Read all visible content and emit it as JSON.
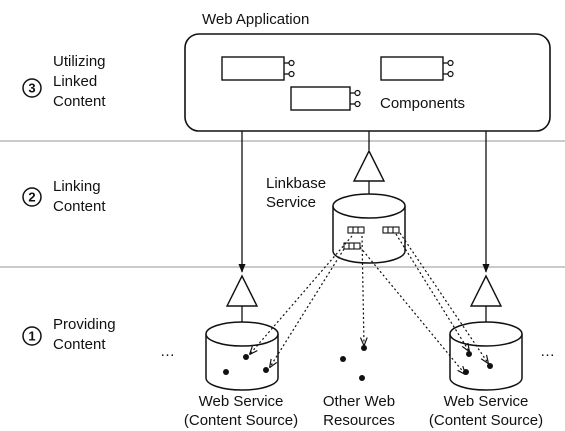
{
  "layers": [
    {
      "number": "3",
      "lines": [
        "Utilizing",
        "Linked",
        "Content"
      ]
    },
    {
      "number": "2",
      "lines": [
        "Linking",
        "Content"
      ]
    },
    {
      "number": "1",
      "lines": [
        "Providing",
        "Content"
      ]
    }
  ],
  "web_application": {
    "title": "Web Application",
    "components_label": "Components"
  },
  "linkbase": {
    "lines": [
      "Linkbase",
      "Service"
    ]
  },
  "sources": {
    "left": {
      "lines": [
        "Web Service",
        "(Content Source)"
      ]
    },
    "middle": {
      "lines": [
        "Other Web",
        "Resources"
      ]
    },
    "right": {
      "lines": [
        "Web Service",
        "(Content Source)"
      ]
    }
  },
  "ellipsis": "…"
}
